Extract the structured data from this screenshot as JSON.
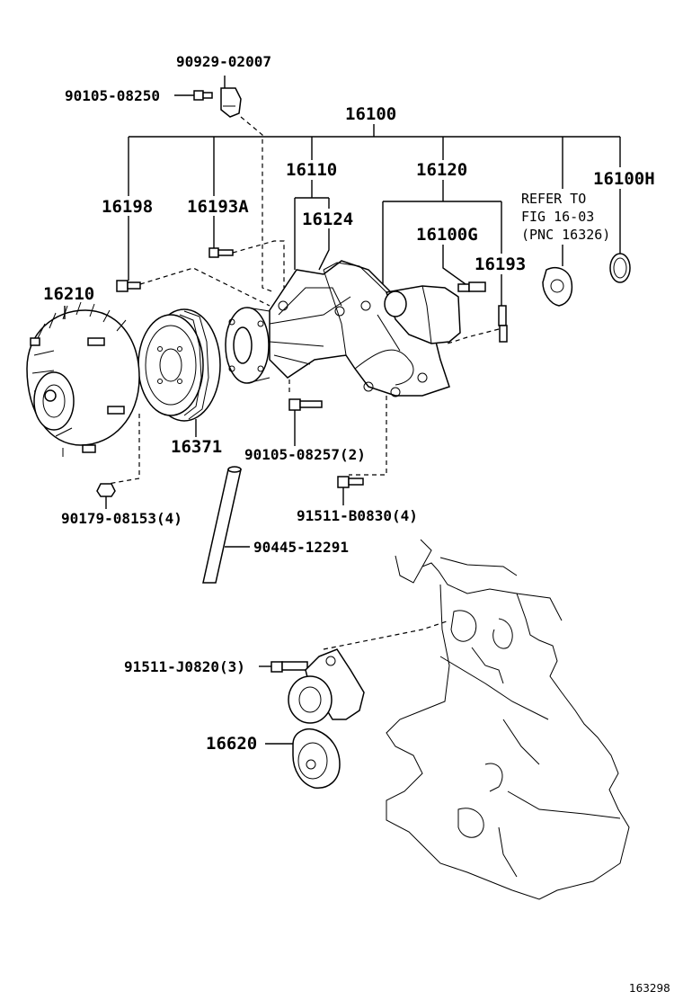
{
  "labels": {
    "p_90929_02007": "90929-02007",
    "p_90105_08250": "90105-08250",
    "p_16100": "16100",
    "p_16110": "16110",
    "p_16120": "16120",
    "p_16100H": "16100H",
    "p_16198": "16198",
    "p_16193A": "16193A",
    "p_16124": "16124",
    "p_16100G": "16100G",
    "p_16193": "16193",
    "refer_line1": "REFER TO",
    "refer_line2": "FIG 16-03",
    "refer_line3": "(PNC 16326)",
    "p_16210": "16210",
    "p_16371": "16371",
    "p_90105_08257": "90105-08257(2)",
    "p_90179_08153": "90179-08153(4)",
    "p_91511_B0830": "91511-B0830(4)",
    "p_90445_12291": "90445-12291",
    "p_91511_J0820": "91511-J0820(3)",
    "p_16620": "16620",
    "figure_id": "163298"
  }
}
